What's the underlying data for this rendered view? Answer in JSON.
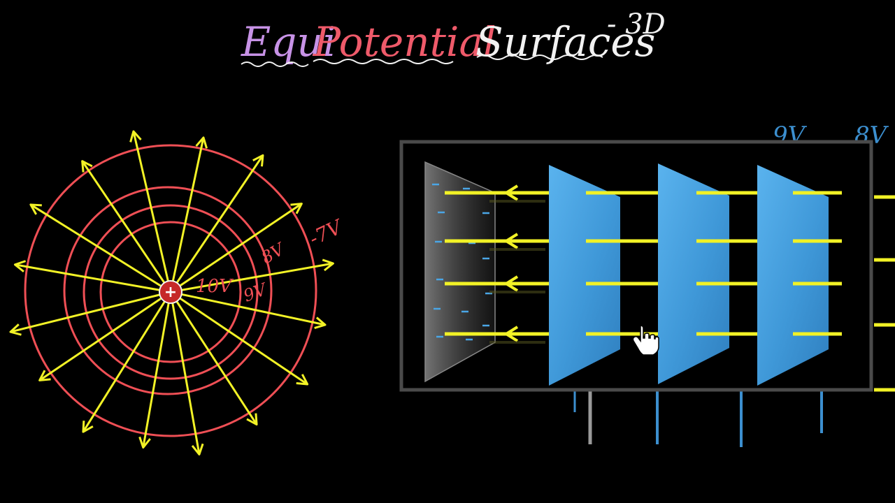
{
  "title": {
    "part1": "Equi",
    "part2": "Potential",
    "part3": "Surfaces",
    "part4": "- 3D"
  },
  "radial": {
    "charge_symbol": "+",
    "labels": [
      "10V",
      "9V",
      "8V",
      "-7V"
    ]
  },
  "plates": {
    "top_labels": [
      "9V",
      "8V"
    ]
  },
  "colors": {
    "background": "#000000",
    "equipotential": "#ef4f55",
    "field": "#f2f226",
    "charge": "#c62828",
    "plate": "#4aa6e6",
    "negative_plate": "#6d6d6d",
    "title_purple": "#c792e6",
    "title_pink": "#ef5a6a",
    "title_white": "#f2f2f2"
  },
  "icons": {
    "cursor": "hand-pointer-icon"
  }
}
